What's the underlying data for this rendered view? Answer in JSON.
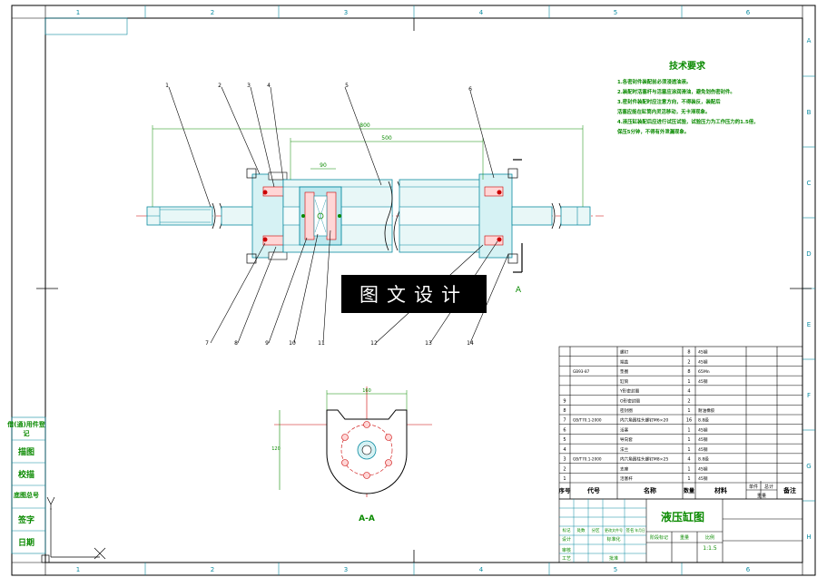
{
  "zones": {
    "columns": [
      "1",
      "2",
      "3",
      "4",
      "5",
      "6"
    ],
    "rows": [
      "A",
      "B",
      "C",
      "D",
      "E",
      "F",
      "G",
      "H"
    ]
  },
  "tech": {
    "title": "技术要求",
    "notes": [
      "1.各密封件装配前必须浸透油液。",
      "2.装配时活塞杆与活塞应涂润滑油，避免划伤密封件。",
      "3.密封件装配时应注意方向，不得装反，装配后",
      "   活塞应能在缸筒内灵活移动，无卡滞现象。",
      "4.液压缸装配后应进行试压试验，试验压力为工作压力的1.5倍，",
      "   保压5分钟，不得有外泄漏现象。"
    ]
  },
  "section": {
    "label": "A-A",
    "cut_mark": "A"
  },
  "watermark": "图文设计",
  "title_block": {
    "title": "液压缸图",
    "scale": "1:1.5",
    "headers": {
      "seq": "序号",
      "code": "代号",
      "name": "名称",
      "qty": "数量",
      "material": "材料",
      "unit": "单件",
      "total": "总计",
      "weight": "重量",
      "note": "备注"
    },
    "rows": [
      {
        "seq": "",
        "code": "",
        "name": "螺钉",
        "qty": "8",
        "material": "45钢"
      },
      {
        "seq": "",
        "code": "",
        "name": "端盖",
        "qty": "2",
        "material": "45钢"
      },
      {
        "seq": "",
        "code": "GB93-87",
        "name": "垫圈",
        "qty": "8",
        "material": "65Mn"
      },
      {
        "seq": "",
        "code": "",
        "name": "缸筒",
        "qty": "1",
        "material": "45钢"
      },
      {
        "seq": "",
        "code": "",
        "name": "Y形密封圈",
        "qty": "4",
        "material": ""
      },
      {
        "seq": "9",
        "code": "",
        "name": "O形密封圈",
        "qty": "2",
        "material": ""
      },
      {
        "seq": "8",
        "code": "",
        "name": "密封圈",
        "qty": "1",
        "material": "耐油橡胶"
      },
      {
        "seq": "7",
        "code": "GB/T70.1-2000",
        "name": "内六角圆柱头螺钉M6×20",
        "qty": "16",
        "material": "8.8级"
      },
      {
        "seq": "6",
        "code": "",
        "name": "活塞",
        "qty": "1",
        "material": "45钢"
      },
      {
        "seq": "5",
        "code": "",
        "name": "导向套",
        "qty": "1",
        "material": "45钢"
      },
      {
        "seq": "4",
        "code": "",
        "name": "法兰",
        "qty": "1",
        "material": "45钢"
      },
      {
        "seq": "3",
        "code": "GB/T70.1-2000",
        "name": "内六角圆柱头螺钉M8×25",
        "qty": "4",
        "material": "8.8级"
      },
      {
        "seq": "2",
        "code": "",
        "name": "支座",
        "qty": "1",
        "material": "45钢"
      },
      {
        "seq": "1",
        "code": "",
        "name": "活塞杆",
        "qty": "1",
        "material": "45钢"
      }
    ],
    "sign_rows": [
      {
        "a": "标记",
        "b": "处数",
        "c": "分区",
        "d": "更改文件号",
        "e": "签名",
        "f": "年月日"
      },
      {
        "a": "设计",
        "b": "",
        "c": "标准化",
        "d": "",
        "e": "",
        "f": ""
      },
      {
        "a": "审核",
        "b": "",
        "c": "",
        "d": "",
        "e": "",
        "f": ""
      },
      {
        "a": "工艺",
        "b": "",
        "c": "批准",
        "d": "",
        "e": "",
        "f": ""
      }
    ],
    "stage_labels": [
      "阶段标记",
      "重量",
      "比例"
    ]
  },
  "left_strip": [
    "借(通)用件登记",
    "描图",
    "校描",
    "底图总号",
    "签字",
    "日期"
  ],
  "leaders": {
    "top": [
      "1",
      "2",
      "3",
      "4",
      "5",
      "6"
    ],
    "bottom": [
      "7",
      "8",
      "9",
      "10",
      "11",
      "12",
      "13",
      "14"
    ]
  },
  "dims": {
    "overall": "800",
    "inner": "500",
    "piston": "90",
    "section_w": "160",
    "section_h": "120"
  }
}
